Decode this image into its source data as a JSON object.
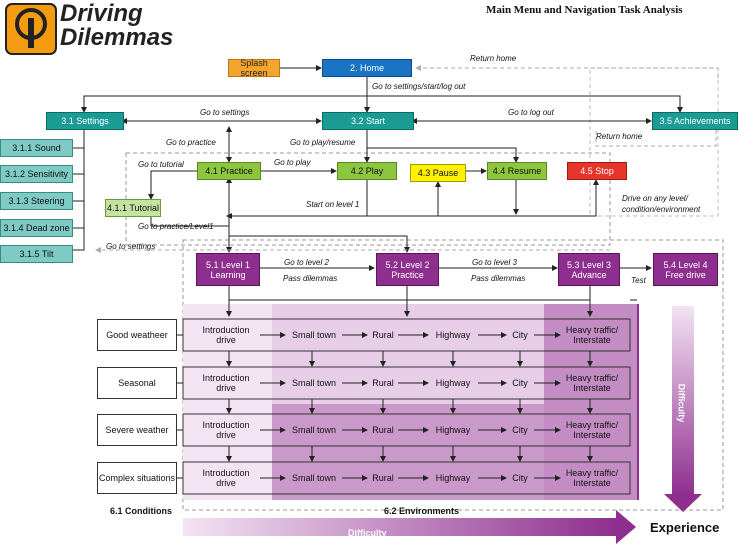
{
  "logo": {
    "line1": "Driving",
    "line2": "Dilemmas"
  },
  "title": "Main Menu and Navigation Task Analysis",
  "nodes": {
    "splash": "Splash screen",
    "home": "2. Home",
    "settings": "3.1 Settings",
    "start": "3.2 Start",
    "achievements": "3.5 Achievements",
    "sound": "3.1.1 Sound",
    "sensitivity": "3.1.2 Sensitivity",
    "steering": "3.1.3 Steering",
    "deadzone": "3.1.4 Dead zone",
    "tilt": "3.1.5 Tilt",
    "practice": "4.1 Practice",
    "tutorial": "4.1.1 Tutorial",
    "play": "4.2 Play",
    "pause": "4.3 Pause",
    "resume": "4.4 Resume",
    "stop": "4.5 Stop",
    "level1": "5.1 Level 1 Learning",
    "level2": "5.2 Level 2 Practice",
    "level3": "5.3 Level 3 Advance",
    "level4": "5.4 Level 4 Free drive"
  },
  "labels": {
    "return_home_top": "Return home",
    "goto_settings_start_logout": "Go to settings/start/log out",
    "goto_settings": "Go to settings",
    "goto_logout": "Go to log out",
    "return_home_right": "Return home",
    "goto_practice": "Go to practice",
    "goto_play_resume": "Go to play/resume",
    "goto_tutorial": "Go to tutorial",
    "goto_play": "Go to play",
    "start_on_level1": "Start on level 1",
    "goto_practice_level1": "Go to practice/Level1",
    "goto_settings_bottom": "Go to settings",
    "drive_any_level": "Drive on any level/ condition/environment",
    "goto_level2": "Go to level 2",
    "pass_dilemmas_1": "Pass dilemmas",
    "goto_level3": "Go to level 3",
    "pass_dilemmas_2": "Pass dilemmas",
    "test": "Test"
  },
  "conditions": [
    "Good weatheer",
    "Seasonal",
    "Severe weather",
    "Complex situations"
  ],
  "environments": [
    "Introduction drive",
    "Small town",
    "Rural",
    "Highway",
    "City",
    "Heavy traffic/ Interstate"
  ],
  "footer": {
    "conditions_label": "6.1 Conditions",
    "environments_label": "6.2 Environments",
    "difficulty_h": "Difficulty",
    "difficulty_v": "Difficulty",
    "experience": "Experience"
  },
  "colors": {
    "teal": "#1a9b94",
    "blue": "#1a74c4",
    "orange": "#f4a52c",
    "green": "#8cc63f",
    "yellow": "#fff200",
    "red": "#e8352b",
    "purple": "#8e2e8e",
    "logo_orange": "#f39c12"
  }
}
